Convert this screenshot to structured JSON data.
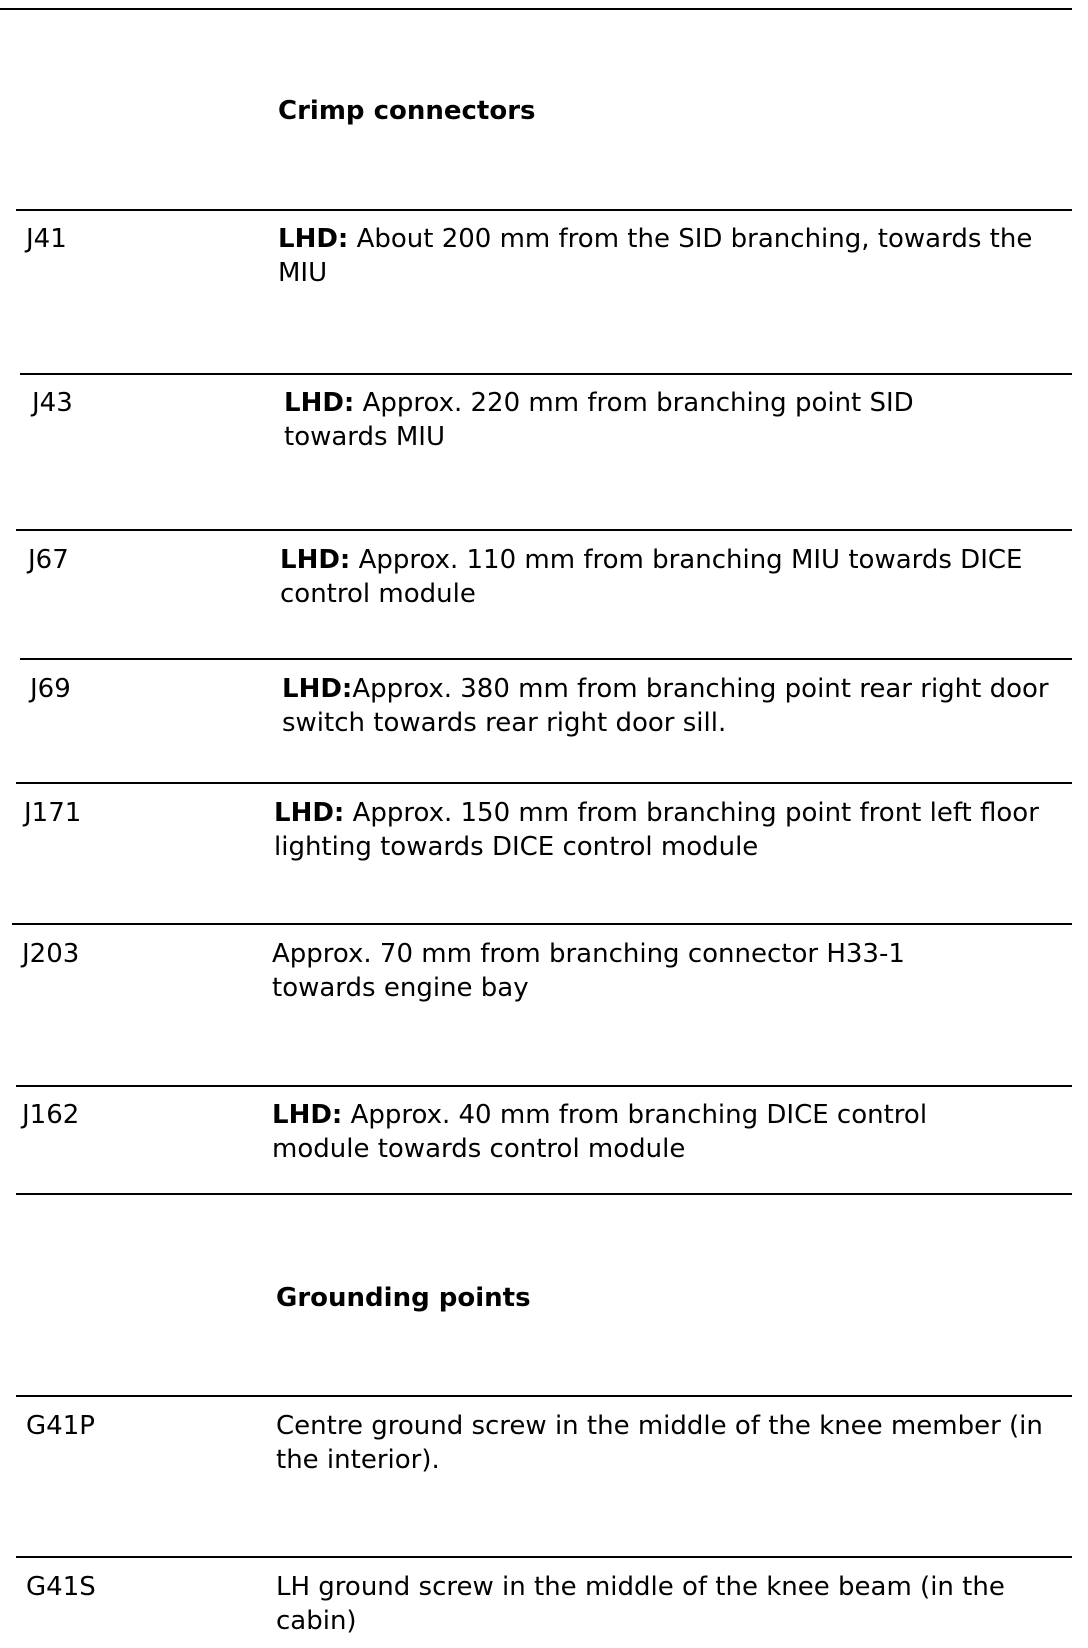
{
  "sections": [
    {
      "heading": "Crimp connectors",
      "rows": [
        {
          "code": "J41",
          "prefix": "LHD:",
          "text": " About 200 mm from the SID branching, towards the MIU"
        },
        {
          "code": "J43",
          "prefix": "LHD:",
          "text": " Approx. 220 mm from branching point SID towards MIU"
        },
        {
          "code": "J67",
          "prefix": "LHD:",
          "text": " Approx. 110 mm from branching MIU towards DICE control module"
        },
        {
          "code": "J69",
          "prefix": "LHD:",
          "text": "Approx. 380 mm from branching point rear right door switch towards rear right door sill."
        },
        {
          "code": "J171",
          "prefix": "LHD:",
          "text": " Approx. 150 mm from branching point front left floor lighting towards DICE control module"
        },
        {
          "code": "J203",
          "prefix": "",
          "text": "Approx. 70 mm from branching connector H33-1 towards engine bay"
        },
        {
          "code": "J162",
          "prefix": "LHD:",
          "text": " Approx. 40 mm from branching DICE control module towards control module"
        }
      ]
    },
    {
      "heading": "Grounding points",
      "rows": [
        {
          "code": "G41P",
          "prefix": "",
          "text": "Centre ground screw in the middle of the knee member (in the interior)."
        },
        {
          "code": "G41S",
          "prefix": "",
          "text": "LH ground screw in the middle of the knee beam (in the cabin)"
        }
      ]
    }
  ]
}
